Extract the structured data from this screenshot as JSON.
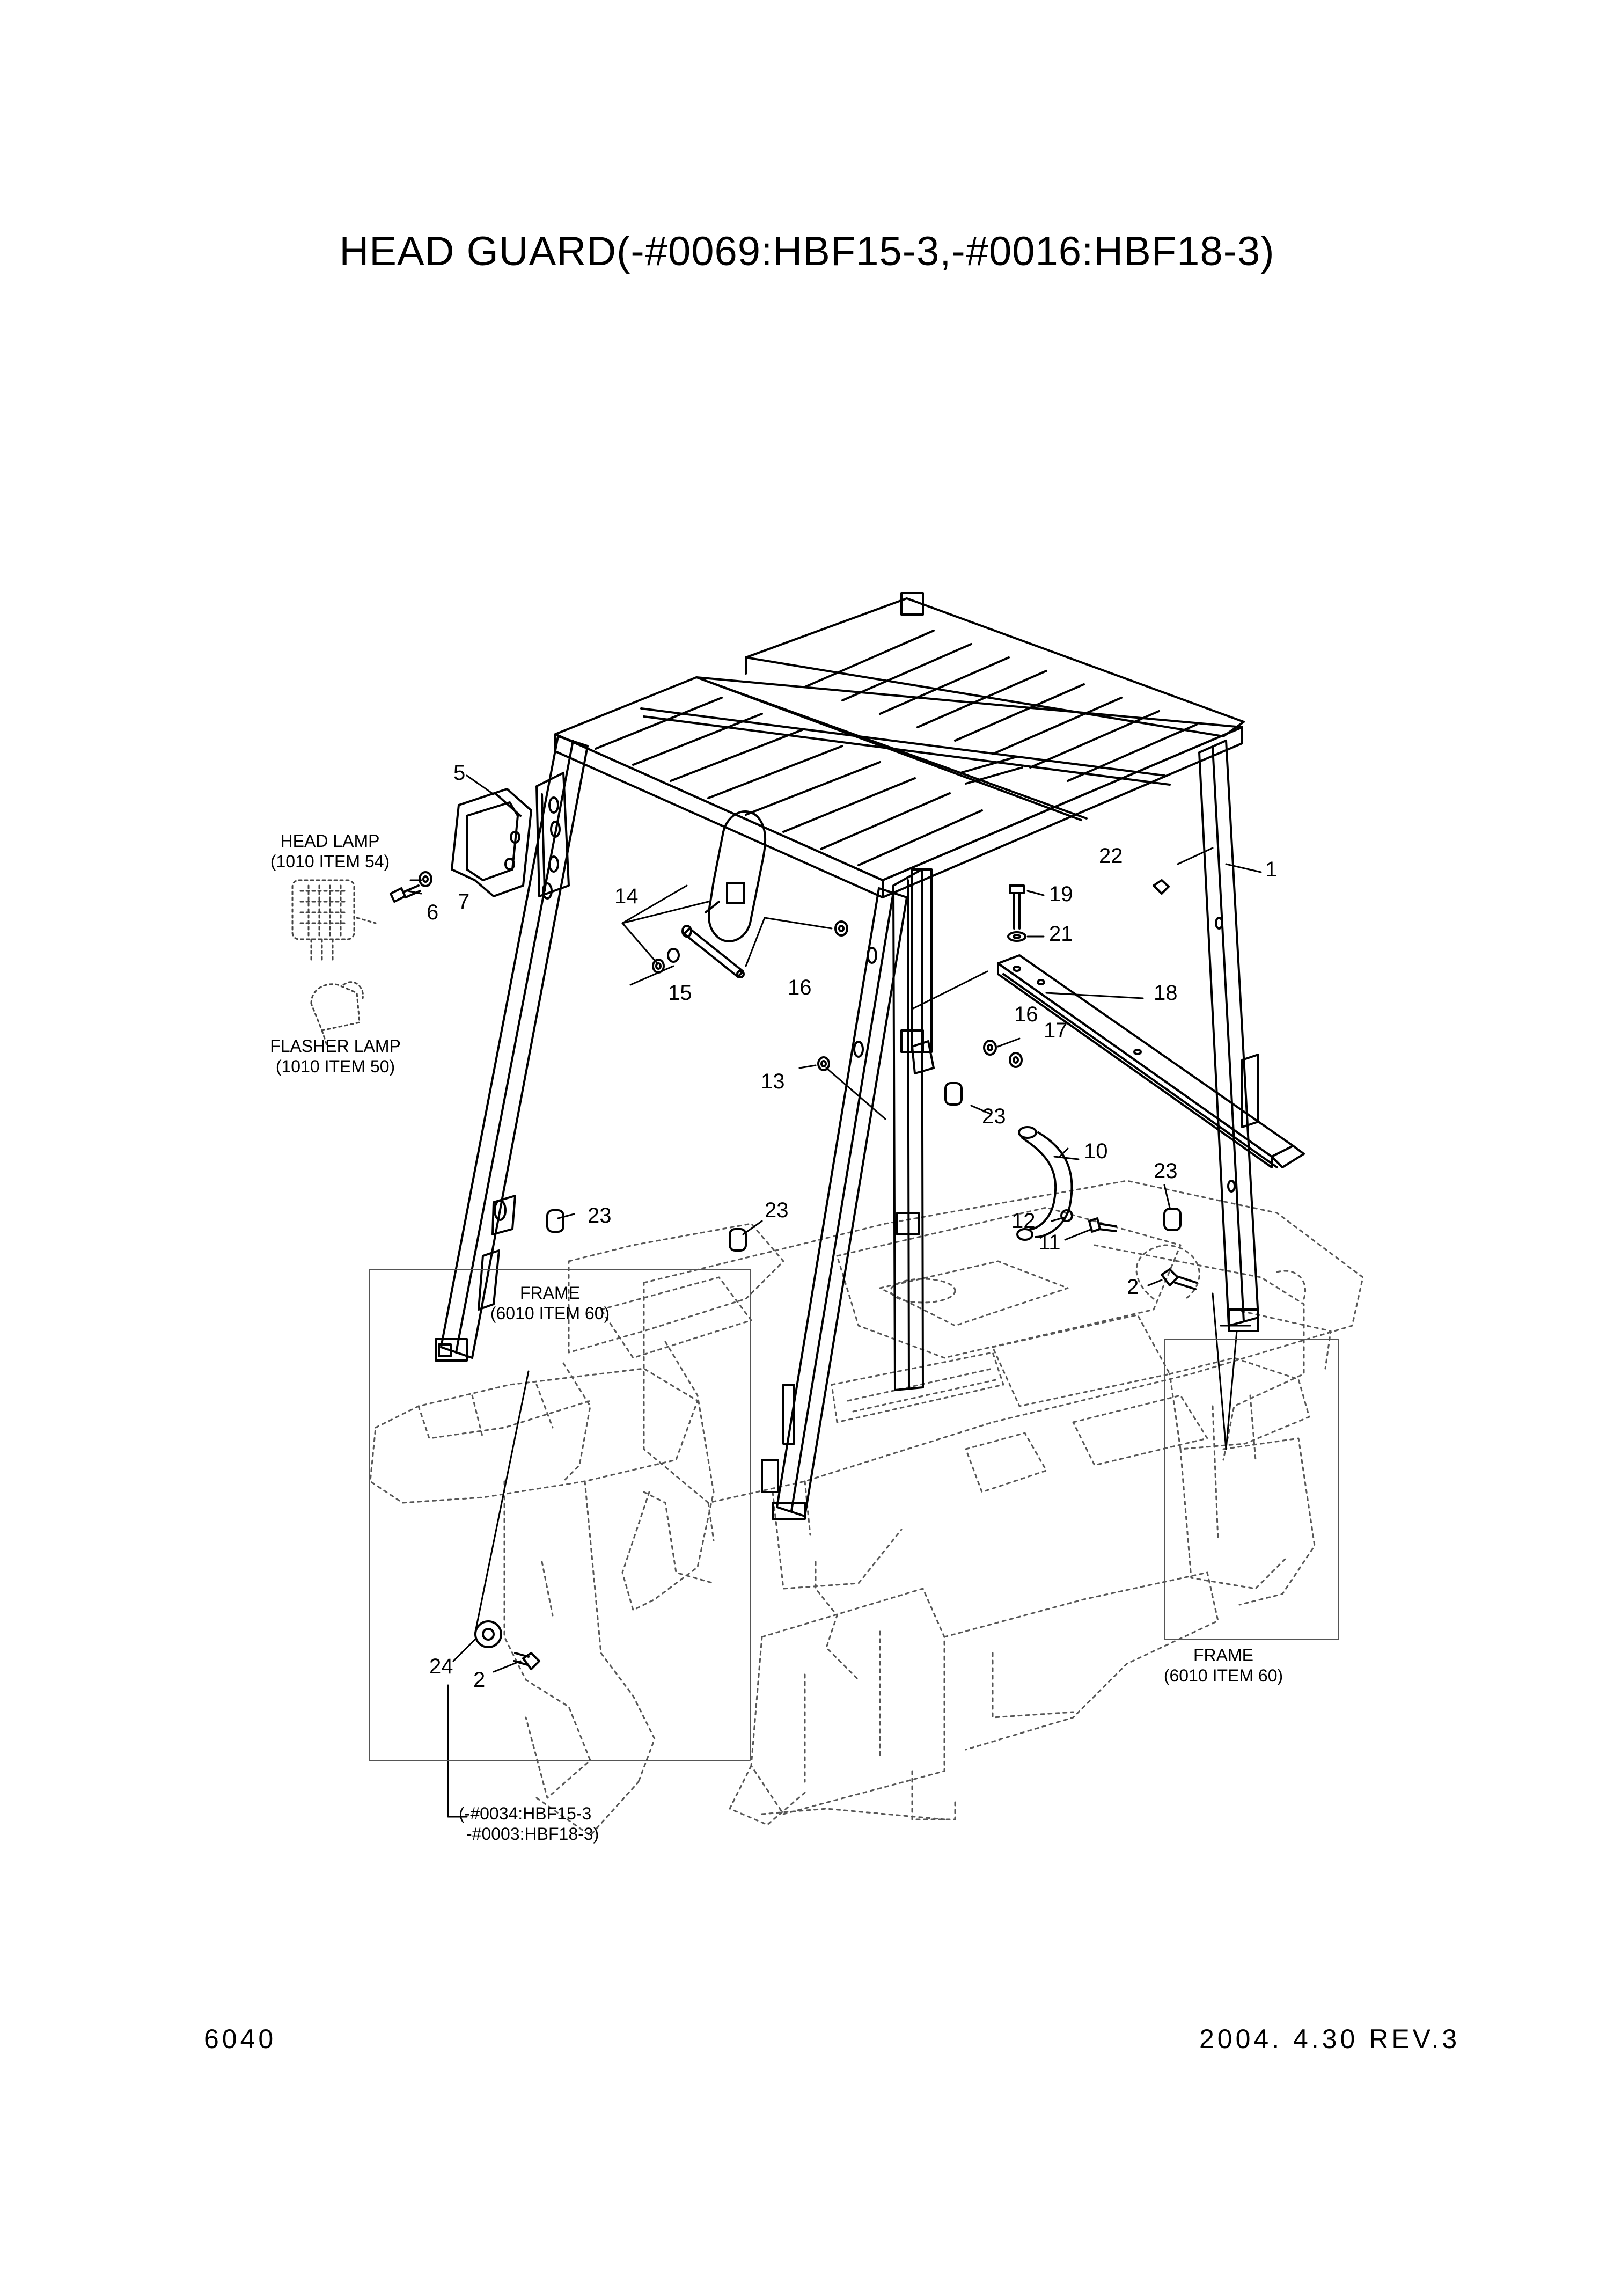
{
  "title": "HEAD GUARD(-#0069:HBF15-3,-#0016:HBF18-3)",
  "footer": {
    "page_number": "6040",
    "revision": "2004. 4.30 REV.3"
  },
  "callouts": {
    "c1": "1",
    "c2a": "2",
    "c2b": "2",
    "c5": "5",
    "c6": "6",
    "c7": "7",
    "c10": "10",
    "c11": "11",
    "c12": "12",
    "c13": "13",
    "c14": "14",
    "c15": "15",
    "c16a": "16",
    "c16b": "16",
    "c17": "17",
    "c18": "18",
    "c19": "19",
    "c21": "21",
    "c22": "22",
    "c23a": "23",
    "c23b": "23",
    "c23c": "23",
    "c23d": "23",
    "c24": "24"
  },
  "notes": {
    "head_lamp": {
      "line1": "HEAD LAMP",
      "line2": "(1010 ITEM 54)"
    },
    "flasher_lamp": {
      "line1": "FLASHER LAMP",
      "line2": "(1010 ITEM 50)"
    },
    "frame_left": {
      "line1": "FRAME",
      "line2": "(6010 ITEM 60)"
    },
    "frame_right": {
      "line1": "FRAME",
      "line2": "(6010 ITEM 60)"
    },
    "serial": {
      "line1": "(-#0034:HBF15-3",
      "line2": "-#0003:HBF18-3)"
    }
  }
}
